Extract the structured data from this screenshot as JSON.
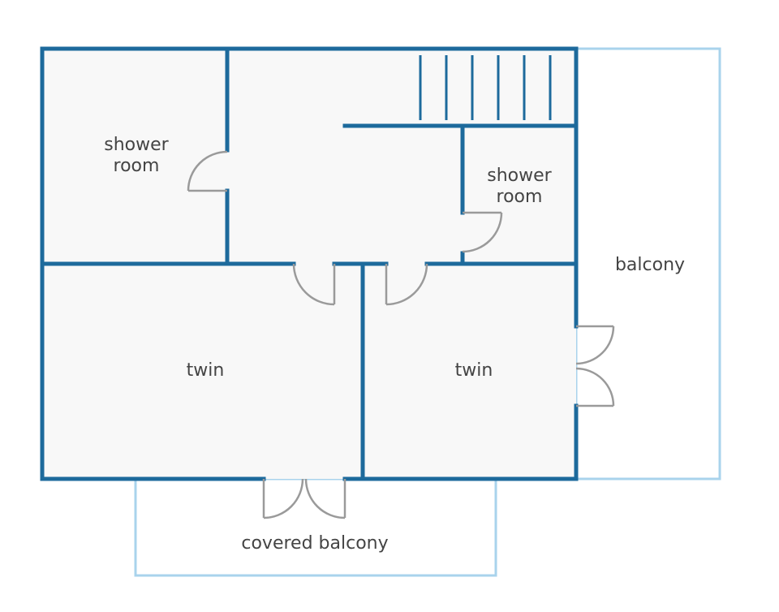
{
  "colors": {
    "wall": "#1d6a9c",
    "balcony_outline": "#a9d3ec",
    "floor": "#f8f8f8",
    "door": "#9a9a9a",
    "text": "#444444"
  },
  "rooms": {
    "shower_room_left": {
      "line1": "shower",
      "line2": "room"
    },
    "shower_room_right": {
      "line1": "shower",
      "line2": "room"
    },
    "twin_left": {
      "label": "twin"
    },
    "twin_right": {
      "label": "twin"
    },
    "balcony": {
      "label": "balcony"
    },
    "covered_balcony": {
      "label": "covered balcony"
    }
  },
  "icons": {
    "stairs": "stairs-icon",
    "door": "door-swing-icon"
  }
}
